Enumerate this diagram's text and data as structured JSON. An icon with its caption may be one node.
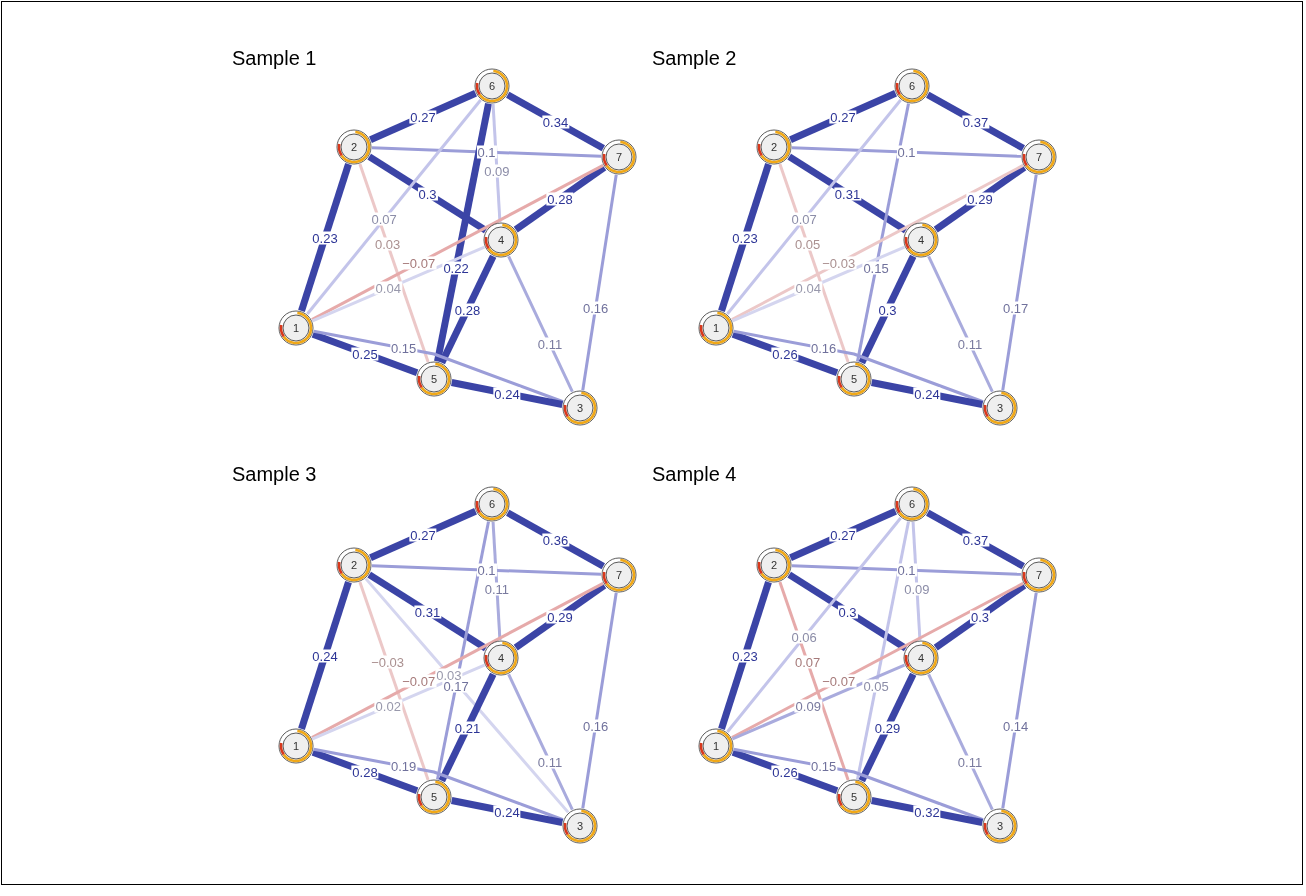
{
  "diagram": {
    "nodes": [
      {
        "text": [
          "1"
        ]
      },
      {
        "text": [
          "2"
        ]
      },
      {
        "text": [
          "3"
        ]
      },
      {
        "text": [
          "4"
        ]
      },
      {
        "text": [
          "5"
        ]
      },
      {
        "text": [
          "6"
        ]
      },
      {
        "text": [
          "7"
        ]
      },
      {
        "text": [
          "1"
        ]
      },
      {
        "text": [
          "2"
        ]
      },
      {
        "text": [
          "3"
        ]
      },
      {
        "text": [
          "4"
        ]
      },
      {
        "text": [
          "5"
        ]
      },
      {
        "text": [
          "6"
        ]
      },
      {
        "text": [
          "7"
        ]
      },
      {
        "text": [
          "1"
        ]
      },
      {
        "text": [
          "2"
        ]
      },
      {
        "text": [
          "3"
        ]
      },
      {
        "text": [
          "4"
        ]
      },
      {
        "text": [
          "5"
        ]
      },
      {
        "text": [
          "6"
        ]
      },
      {
        "text": [
          "7"
        ]
      },
      {
        "text": [
          "1"
        ]
      },
      {
        "text": [
          "2"
        ]
      },
      {
        "text": [
          "3"
        ]
      },
      {
        "text": [
          "4"
        ]
      },
      {
        "text": [
          "5"
        ]
      },
      {
        "text": [
          "6"
        ]
      },
      {
        "text": [
          "7"
        ]
      }
    ],
    "edges": [
      {
        "from": 1,
        "to": 5,
        "arrow": "none",
        "label": "0.27",
        "style": "thick"
      },
      {
        "from": 5,
        "to": 6,
        "arrow": "none",
        "label": "0.34",
        "style": "thick"
      },
      {
        "from": 1,
        "to": 6,
        "arrow": "none",
        "label": "0.1",
        "color": "#9b9dd8"
      },
      {
        "from": 1,
        "to": 3,
        "arrow": "none",
        "label": "0.3",
        "style": "thick"
      },
      {
        "from": 3,
        "to": 6,
        "arrow": "none",
        "label": "0.28",
        "style": "thick"
      },
      {
        "from": 0,
        "to": 1,
        "arrow": "none",
        "label": "0.23",
        "style": "thick"
      },
      {
        "from": 5,
        "to": 4,
        "arrow": "none",
        "label": "0.22",
        "style": "thick"
      },
      {
        "from": 5,
        "to": 3,
        "arrow": "none",
        "label": "0.09",
        "color": "#c3c4ea"
      },
      {
        "from": 5,
        "to": 0,
        "arrow": "none",
        "label": "0.07",
        "color": "#c3c4ea"
      },
      {
        "from": 1,
        "to": 4,
        "arrow": "none",
        "label": "0.03",
        "color": "#ecc8c8"
      },
      {
        "from": 0,
        "to": 6,
        "arrow": "none",
        "label": "−0.07",
        "color": "#e6aaaa"
      },
      {
        "from": 0,
        "to": 3,
        "arrow": "none",
        "label": "0.04",
        "color": "#d4d5ef"
      },
      {
        "from": 3,
        "to": 4,
        "arrow": "none",
        "label": "0.28",
        "style": "thick"
      },
      {
        "from": 3,
        "to": 2,
        "arrow": "none",
        "label": "0.11",
        "color": "#a9abdd"
      },
      {
        "from": 6,
        "to": 2,
        "arrow": "none",
        "label": "0.16",
        "color": "#9b9dd8"
      },
      {
        "from": 0,
        "to": 4,
        "arrow": "none",
        "label": "0.25",
        "style": "thick"
      },
      {
        "from": 0,
        "to": 2,
        "arrow": "none",
        "label": "0.15",
        "color": "#9b9dd8"
      },
      {
        "from": 4,
        "to": 2,
        "arrow": "none",
        "label": "0.24",
        "style": "thick"
      },
      {
        "from": 8,
        "to": 12,
        "arrow": "none",
        "label": "0.27",
        "style": "thick"
      },
      {
        "from": 12,
        "to": 13,
        "arrow": "none",
        "label": "0.37",
        "style": "thick"
      },
      {
        "from": 8,
        "to": 13,
        "arrow": "none",
        "label": "0.1",
        "color": "#9b9dd8"
      },
      {
        "from": 8,
        "to": 10,
        "arrow": "none",
        "label": "0.31",
        "style": "thick"
      },
      {
        "from": 10,
        "to": 13,
        "arrow": "none",
        "label": "0.29",
        "style": "thick"
      },
      {
        "from": 7,
        "to": 8,
        "arrow": "none",
        "label": "0.23",
        "style": "thick"
      },
      {
        "from": 12,
        "to": 11,
        "arrow": "none",
        "label": "0.15",
        "color": "#9b9dd8"
      },
      {
        "from": 12,
        "to": 7,
        "arrow": "none",
        "label": "0.07",
        "color": "#c3c4ea"
      },
      {
        "from": 8,
        "to": 11,
        "arrow": "none",
        "label": "0.05",
        "color": "#ecc8c8"
      },
      {
        "from": 7,
        "to": 13,
        "arrow": "none",
        "label": "−0.03",
        "color": "#ecc8c8"
      },
      {
        "from": 7,
        "to": 10,
        "arrow": "none",
        "label": "0.04",
        "color": "#d4d5ef"
      },
      {
        "from": 10,
        "to": 11,
        "arrow": "none",
        "label": "0.3",
        "style": "thick"
      },
      {
        "from": 10,
        "to": 9,
        "arrow": "none",
        "label": "0.11",
        "color": "#a9abdd"
      },
      {
        "from": 13,
        "to": 9,
        "arrow": "none",
        "label": "0.17",
        "color": "#9b9dd8"
      },
      {
        "from": 7,
        "to": 11,
        "arrow": "none",
        "label": "0.26",
        "style": "thick"
      },
      {
        "from": 7,
        "to": 9,
        "arrow": "none",
        "label": "0.16",
        "color": "#9b9dd8"
      },
      {
        "from": 11,
        "to": 9,
        "arrow": "none",
        "label": "0.24",
        "style": "thick"
      },
      {
        "from": 15,
        "to": 19,
        "arrow": "none",
        "label": "0.27",
        "style": "thick"
      },
      {
        "from": 19,
        "to": 20,
        "arrow": "none",
        "label": "0.36",
        "style": "thick"
      },
      {
        "from": 15,
        "to": 20,
        "arrow": "none",
        "label": "0.1",
        "color": "#9b9dd8"
      },
      {
        "from": 15,
        "to": 17,
        "arrow": "none",
        "label": "0.31",
        "style": "thick"
      },
      {
        "from": 17,
        "to": 20,
        "arrow": "none",
        "label": "0.29",
        "style": "thick"
      },
      {
        "from": 14,
        "to": 15,
        "arrow": "none",
        "label": "0.24",
        "style": "thick"
      },
      {
        "from": 19,
        "to": 18,
        "arrow": "none",
        "label": "0.17",
        "color": "#9b9dd8"
      },
      {
        "from": 19,
        "to": 17,
        "arrow": "none",
        "label": "0.11",
        "color": "#a9abdd"
      },
      {
        "from": 15,
        "to": 18,
        "arrow": "none",
        "label": "−0.03",
        "color": "#ecc8c8"
      },
      {
        "from": 15,
        "to": 16,
        "arrow": "none",
        "label": "0.03",
        "color": "#d4d5ef"
      },
      {
        "from": 14,
        "to": 20,
        "arrow": "none",
        "label": "−0.07",
        "color": "#e6aaaa"
      },
      {
        "from": 14,
        "to": 17,
        "arrow": "none",
        "label": "0.02",
        "color": "#d4d5ef"
      },
      {
        "from": 17,
        "to": 18,
        "arrow": "none",
        "label": "0.21",
        "style": "thick"
      },
      {
        "from": 17,
        "to": 16,
        "arrow": "none",
        "label": "0.11",
        "color": "#a9abdd"
      },
      {
        "from": 20,
        "to": 16,
        "arrow": "none",
        "label": "0.16",
        "color": "#9b9dd8"
      },
      {
        "from": 14,
        "to": 18,
        "arrow": "none",
        "label": "0.28",
        "style": "thick"
      },
      {
        "from": 14,
        "to": 16,
        "arrow": "none",
        "label": "0.19",
        "color": "#9b9dd8"
      },
      {
        "from": 18,
        "to": 16,
        "arrow": "none",
        "label": "0.24",
        "style": "thick"
      },
      {
        "from": 22,
        "to": 26,
        "arrow": "none",
        "label": "0.27",
        "style": "thick"
      },
      {
        "from": 26,
        "to": 27,
        "arrow": "none",
        "label": "0.37",
        "style": "thick"
      },
      {
        "from": 22,
        "to": 27,
        "arrow": "none",
        "label": "0.1",
        "color": "#9b9dd8"
      },
      {
        "from": 22,
        "to": 24,
        "arrow": "none",
        "label": "0.3",
        "style": "thick"
      },
      {
        "from": 24,
        "to": 27,
        "arrow": "none",
        "label": "0.3",
        "style": "thick"
      },
      {
        "from": 21,
        "to": 22,
        "arrow": "none",
        "label": "0.23",
        "style": "thick"
      },
      {
        "from": 26,
        "to": 25,
        "arrow": "none",
        "label": "0.05",
        "color": "#c3c4ea"
      },
      {
        "from": 26,
        "to": 24,
        "arrow": "none",
        "label": "0.09",
        "color": "#c3c4ea"
      },
      {
        "from": 26,
        "to": 21,
        "arrow": "none",
        "label": "0.06",
        "color": "#c3c4ea"
      },
      {
        "from": 22,
        "to": 25,
        "arrow": "none",
        "label": "0.07",
        "color": "#e6aaaa"
      },
      {
        "from": 21,
        "to": 27,
        "arrow": "none",
        "label": "−0.07",
        "color": "#e6aaaa"
      },
      {
        "from": 21,
        "to": 24,
        "arrow": "none",
        "label": "0.09",
        "color": "#a9abdd"
      },
      {
        "from": 24,
        "to": 25,
        "arrow": "none",
        "label": "0.29",
        "style": "thick"
      },
      {
        "from": 24,
        "to": 23,
        "arrow": "none",
        "label": "0.11",
        "color": "#a9abdd"
      },
      {
        "from": 27,
        "to": 23,
        "arrow": "none",
        "label": "0.14",
        "color": "#9b9dd8"
      },
      {
        "from": 21,
        "to": 25,
        "arrow": "none",
        "label": "0.26",
        "style": "thick"
      },
      {
        "from": 21,
        "to": 23,
        "arrow": "none",
        "label": "0.15",
        "color": "#9b9dd8"
      },
      {
        "from": 25,
        "to": 23,
        "arrow": "none",
        "label": "0.32",
        "style": "thick"
      }
    ],
    "labels": [
      "Sample 1",
      "Sample 2",
      "Sample 3",
      "Sample 4"
    ]
  }
}
